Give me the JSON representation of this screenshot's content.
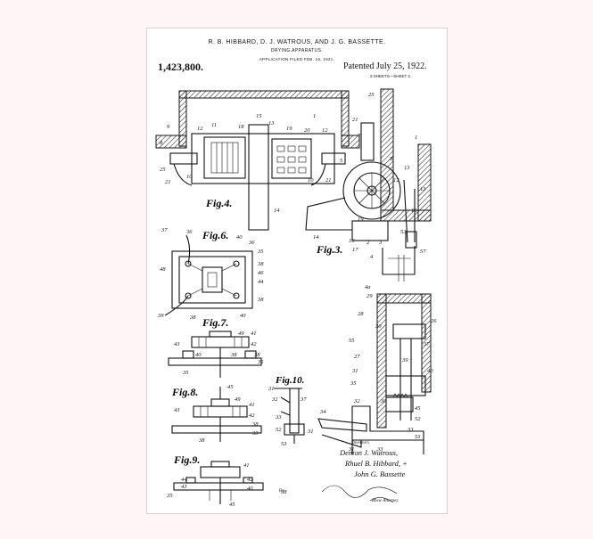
{
  "header": {
    "names": "R. B. HIBBARD, D. J. WATROUS, AND J. G. BASSETTE.",
    "title": "DRYING APPARATUS.",
    "filed": "APPLICATION FILED FEB. 16, 1921.",
    "patent_number": "1,423,800.",
    "patented": "Patented July 25, 1922.",
    "sheets": "3 SHEETS—SHEET 2."
  },
  "figures": {
    "fig3": "Fig.3.",
    "fig4": "Fig.4.",
    "fig6": "Fig.6.",
    "fig7": "Fig.7.",
    "fig8": "Fig.8.",
    "fig9": "Fig.9.",
    "fig10": "Fig.10."
  },
  "inventors": {
    "label": "Inventors",
    "names": [
      "Denton J. Watrous,",
      "Rhuel B. Hibbard, +",
      "John G. Bassette"
    ],
    "by": "By",
    "attorney": "Rhew Attorney."
  },
  "colors": {
    "page_bg": "#fdf5f6",
    "sheet_bg": "#ffffff",
    "ink": "#111111"
  }
}
